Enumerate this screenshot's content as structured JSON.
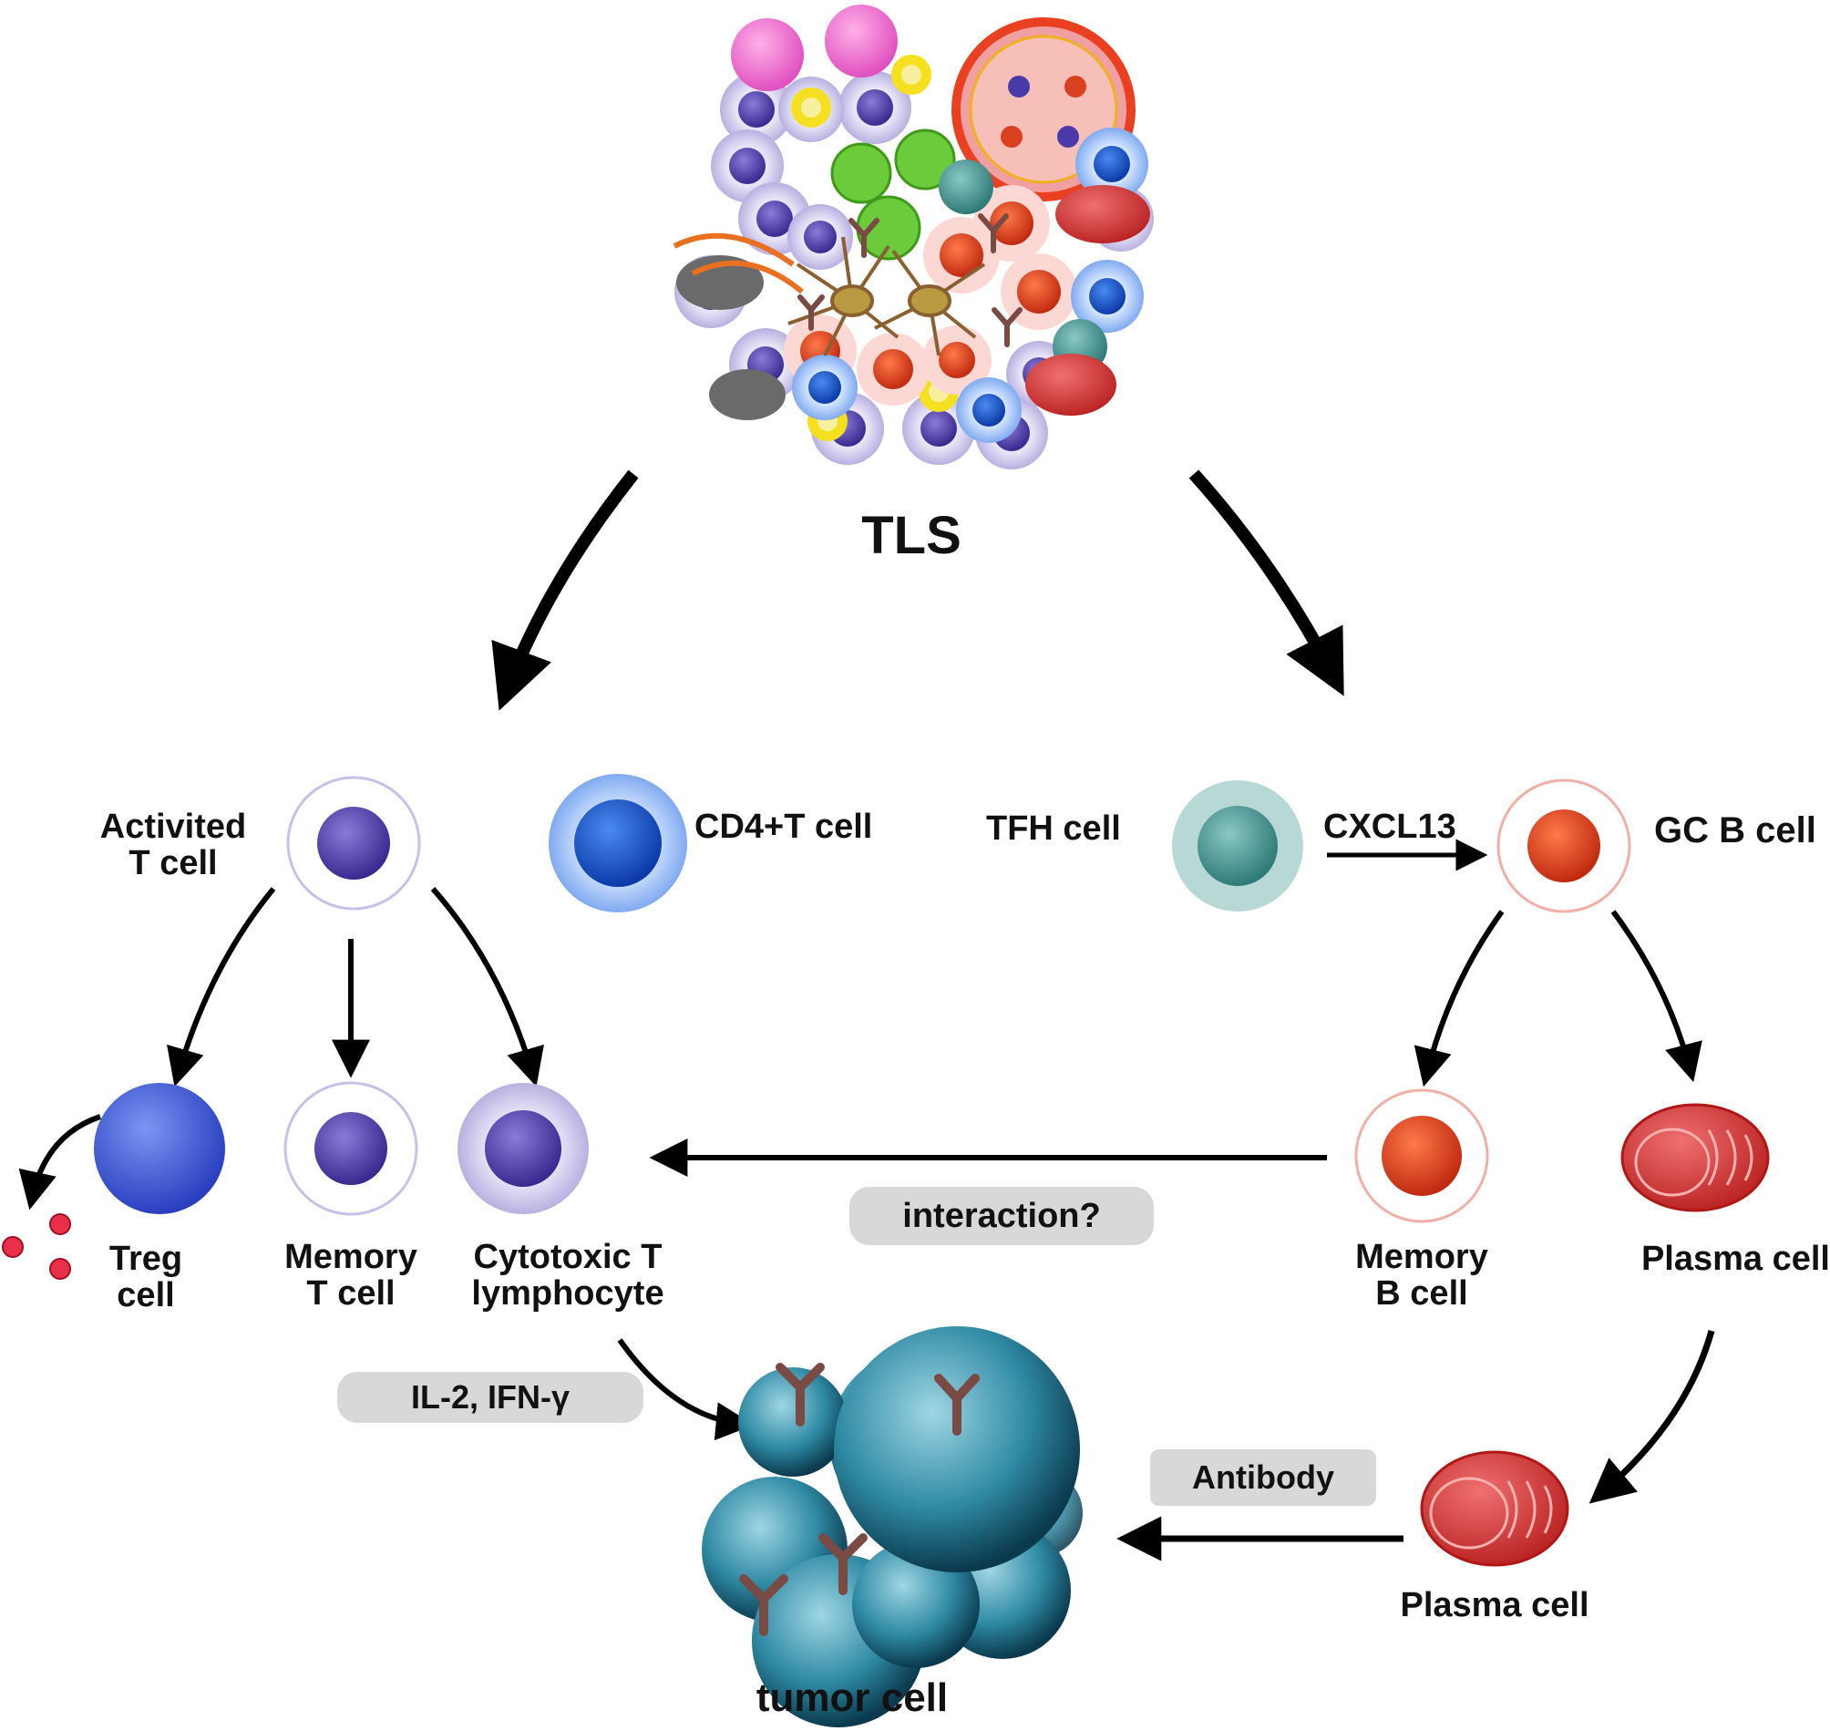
{
  "title": "TLS",
  "t_branch": {
    "activated_t_cell": "Activited\nT cell",
    "cd4_t_cell": "CD4+T cell",
    "treg_cell": "Treg\ncell",
    "memory_t_cell": "Memory\nT cell",
    "cytotoxic_t_lymphocyte": "Cytotoxic T\nlymphocyte",
    "cytokines": "IL-2, IFN-γ"
  },
  "b_branch": {
    "tfh_cell": "TFH cell",
    "cxcl13": "CXCL13",
    "gc_b_cell": "GC B cell",
    "memory_b_cell": "Memory\nB cell",
    "plasma_cell_upper": "Plasma cell",
    "plasma_cell_lower": "Plasma cell",
    "antibody": "Antibody"
  },
  "interaction": "interaction?",
  "tumor_cell": "tumor cell",
  "colors": {
    "t_cell": "#4a3aa8",
    "cd4": "#1f5fd0",
    "treg": "#3f59d8",
    "tfh": "#4e9a98",
    "gc_b": "#d8401e",
    "plasma": "#d63a3a",
    "tumor": "#2e8fa6",
    "antibody": "#7a4a44"
  }
}
